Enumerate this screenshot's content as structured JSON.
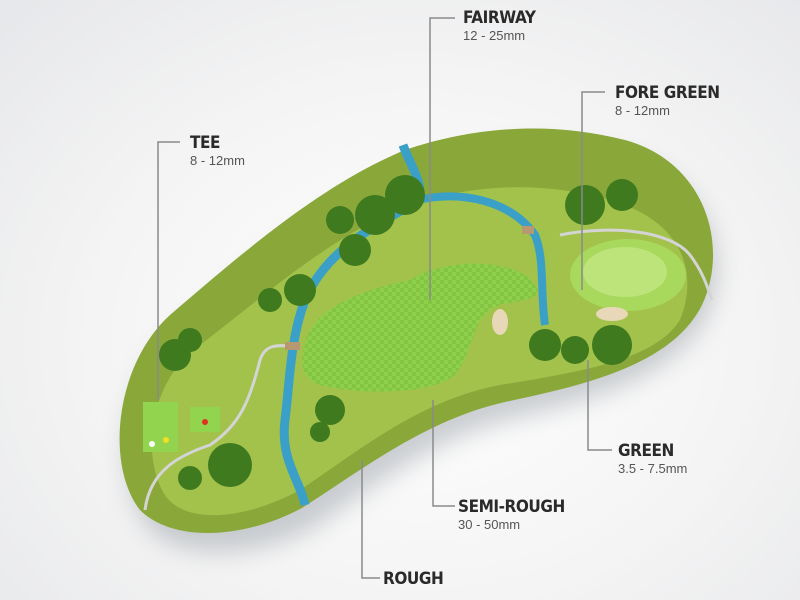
{
  "labels": {
    "fairway": {
      "title": "FAIRWAY",
      "height": "12 - 25mm"
    },
    "fore_green": {
      "title": "FORE GREEN",
      "height": "8 - 12mm"
    },
    "tee": {
      "title": "TEE",
      "height": "8 - 12mm"
    },
    "green": {
      "title": "GREEN",
      "height": "3.5  - 7.5mm"
    },
    "semi_rough": {
      "title": "SEMI-ROUGH",
      "height": "30 - 50mm"
    },
    "rough": {
      "title": "ROUGH"
    }
  },
  "colors": {
    "rough": "#8aa83a",
    "semi_rough": "#9fc04a",
    "fairway": "#8fd04a",
    "green": "#b8e070",
    "water": "#3aa0c8",
    "path": "#d0d0d0",
    "trees": "#3f7a1f",
    "leader_line": "#888888"
  }
}
